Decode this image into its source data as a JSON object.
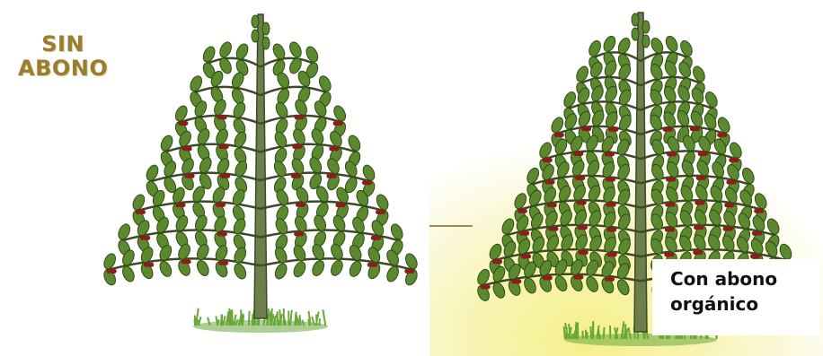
{
  "left_panel": {
    "label_line1": "SIN",
    "label_line2": "ABONO",
    "label_color": "#9a7d2e"
  },
  "right_panel": {
    "label_line1": "Con abono",
    "label_line2": "orgánico",
    "background_glow": "#f6f08a"
  },
  "colors": {
    "leaf_fill": "#5b8a2e",
    "leaf_stroke": "#2f4a16",
    "trunk": "#6c7f4a",
    "berries": "#8e1c1c",
    "grass": "#6aa83a"
  }
}
